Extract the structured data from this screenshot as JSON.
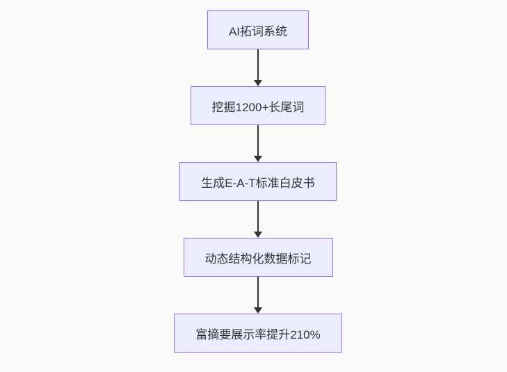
{
  "diagram": {
    "type": "flowchart",
    "direction": "top-to-bottom",
    "nodes": [
      {
        "id": "step-1",
        "label": "AI拓词系统"
      },
      {
        "id": "step-2",
        "label": "挖掘1200+长尾词"
      },
      {
        "id": "step-3",
        "label": "生成E-A-T标准白皮书"
      },
      {
        "id": "step-4",
        "label": "动态结构化数据标记"
      },
      {
        "id": "step-5",
        "label": "富摘要展示率提升210%"
      }
    ],
    "edges": [
      {
        "from": "step-1",
        "to": "step-2"
      },
      {
        "from": "step-2",
        "to": "step-3"
      },
      {
        "from": "step-3",
        "to": "step-4"
      },
      {
        "from": "step-4",
        "to": "step-5"
      }
    ],
    "colors": {
      "background": "#f9f9f9",
      "node_fill": "#ECECFF",
      "node_border": "#9370DB",
      "node_text": "#333333",
      "edge": "#333333"
    }
  }
}
